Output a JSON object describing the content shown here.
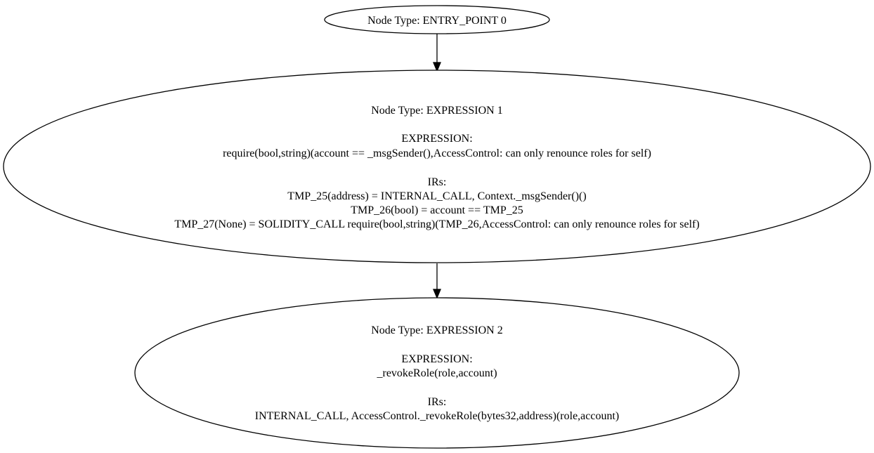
{
  "graph": {
    "nodes": [
      {
        "id": "n0",
        "lines": [
          "Node Type: ENTRY_POINT 0"
        ]
      },
      {
        "id": "n1",
        "lines": [
          "Node Type: EXPRESSION 1",
          "",
          "EXPRESSION:",
          "require(bool,string)(account == _msgSender(),AccessControl: can only renounce roles for self)",
          "",
          "IRs:",
          "TMP_25(address) = INTERNAL_CALL, Context._msgSender()()",
          "TMP_26(bool) = account == TMP_25",
          "TMP_27(None) = SOLIDITY_CALL require(bool,string)(TMP_26,AccessControl: can only renounce roles for self)"
        ]
      },
      {
        "id": "n2",
        "lines": [
          "Node Type: EXPRESSION 2",
          "",
          "EXPRESSION:",
          "_revokeRole(role,account)",
          "",
          "IRs:",
          "INTERNAL_CALL, AccessControl._revokeRole(bytes32,address)(role,account)"
        ]
      }
    ],
    "edges": [
      {
        "from": "n0",
        "to": "n1"
      },
      {
        "from": "n1",
        "to": "n2"
      }
    ]
  }
}
